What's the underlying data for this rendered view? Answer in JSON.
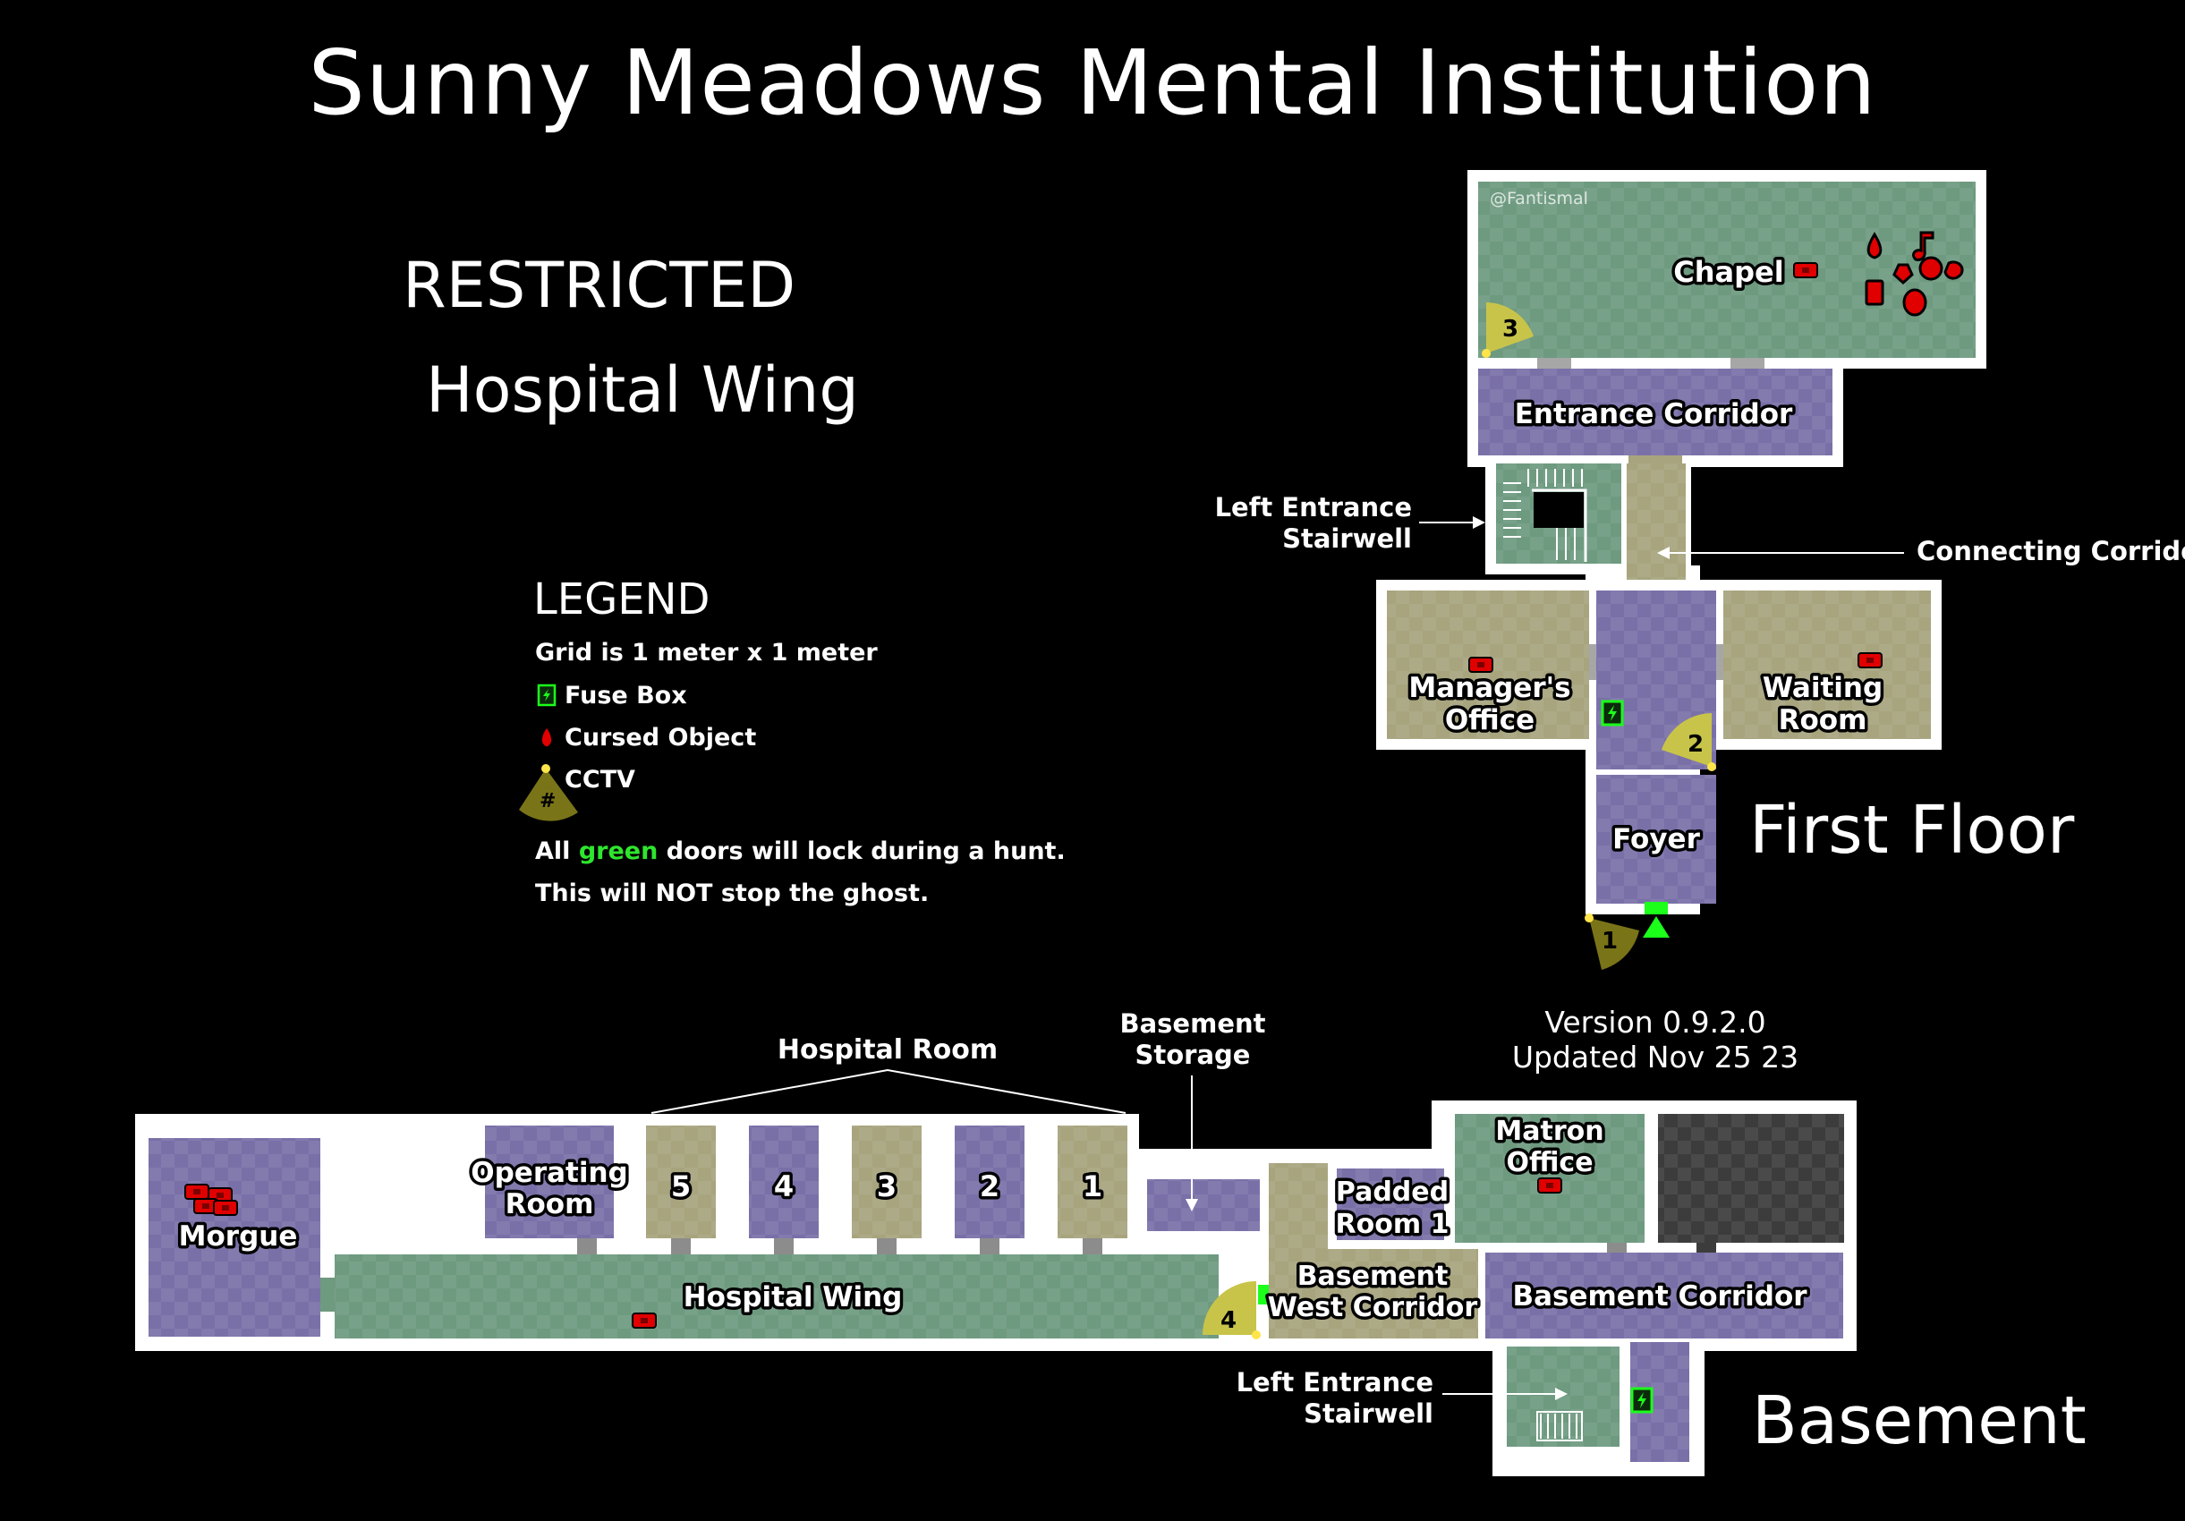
{
  "title": "Sunny Meadows Mental Institution",
  "subtitle_line1": "RESTRICTED",
  "subtitle_line2": "Hospital Wing",
  "credit": "@Fantismal",
  "version_line1": "Version 0.9.2.0",
  "version_line2": "Updated Nov 25 23",
  "floors": {
    "first": "First Floor",
    "basement": "Basement"
  },
  "legend": {
    "heading": "LEGEND",
    "grid": "Grid is 1 meter x 1 meter",
    "fuse_box": "Fuse Box",
    "cursed_object": "Cursed Object",
    "cctv": "CCTV",
    "cctv_symbol": "#",
    "note_prefix": "All ",
    "note_green": "green",
    "note_suffix": " doors will lock during a hunt.",
    "note_line2": "This will NOT stop the ghost."
  },
  "rooms": {
    "chapel": "Chapel",
    "entrance_corridor": "Entrance Corridor",
    "left_entrance_stairwell_1": [
      "Left Entrance",
      "Stairwell"
    ],
    "connecting_corridor": "Connecting Corridor",
    "managers_office": [
      "Manager's",
      "Office"
    ],
    "waiting_room": [
      "Waiting",
      "Room"
    ],
    "foyer": "Foyer",
    "hospital_room": "Hospital Room",
    "basement_storage": [
      "Basement",
      "Storage"
    ],
    "operating_room": [
      "Operating",
      "Room"
    ],
    "morgue": "Morgue",
    "hospital_wing": "Hospital Wing",
    "padded_room": [
      "Padded",
      "Room 1"
    ],
    "matron_office": [
      "Matron",
      "Office"
    ],
    "basement_west_corridor": [
      "Basement",
      "West Corridor"
    ],
    "basement_corridor": "Basement Corridor",
    "left_entrance_stairwell_2": [
      "Left Entrance",
      "Stairwell"
    ],
    "hospital_room_numbers": [
      "5",
      "4",
      "3",
      "2",
      "1"
    ]
  },
  "cameras": [
    "1",
    "2",
    "3",
    "4"
  ],
  "colors": {
    "background": "#000000",
    "wall": "#ffffff",
    "green_room": "#6e9a80",
    "purple_room": "#7a70a8",
    "khaki_room": "#a7a47e",
    "gray_room": "#3c3c3c",
    "cctv_cone": "#c8c44a",
    "cctv_dark": "#7a7418",
    "cursed": "#e00000",
    "fuse": "#22dd22",
    "green_door": "#1bff1b",
    "legend_green": "#2ee62e"
  }
}
